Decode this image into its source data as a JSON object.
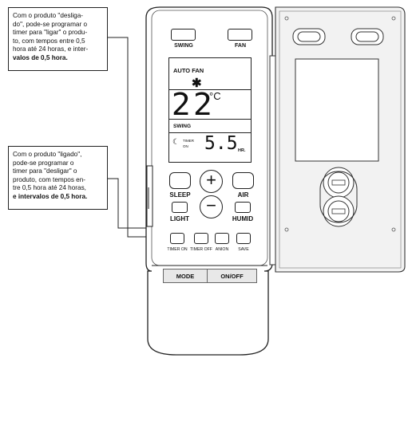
{
  "callouts": {
    "top": [
      "Com o produto \"desliga-",
      "do\", pode-se programar o",
      "timer para \"ligar\" o produ-",
      "to, com tempos entre 0,5",
      "hora até 24 horas, e inter-",
      "valos de 0,5 hora."
    ],
    "bottom": [
      "Com o produto \"ligado\",",
      "pode-se programar o",
      "timer para \"desligar\" o",
      "produto, com tempos en-",
      "tre 0,5 hora até 24 horas,",
      "e intervalos de 0,5 hora."
    ]
  },
  "remote": {
    "top_buttons": {
      "swing": "SWING",
      "fan": "FAN"
    },
    "display": {
      "mode_line": "AUTO  FAN",
      "fan_icon": "snowflake-icon",
      "temperature": "22",
      "unit": "°C",
      "swing": "SWING",
      "timer_label_1": "TIMER",
      "timer_label_2": "ON",
      "timer_value": "5.5",
      "timer_unit": "HR."
    },
    "buttons": {
      "sleep": "SLEEP",
      "air": "AIR",
      "light": "LIGHT",
      "humid": "HUMID",
      "plus": "+",
      "minus": "−",
      "timer_on": "TIMER ON",
      "timer_off": "TIMER OFF",
      "anion": "ANION",
      "save": "SAVE",
      "mode": "MODE",
      "onoff": "ON/OFF"
    }
  },
  "colors": {
    "outline": "#222222",
    "panel": "#f0f0f0",
    "button_bar": "#e8e8e8"
  }
}
